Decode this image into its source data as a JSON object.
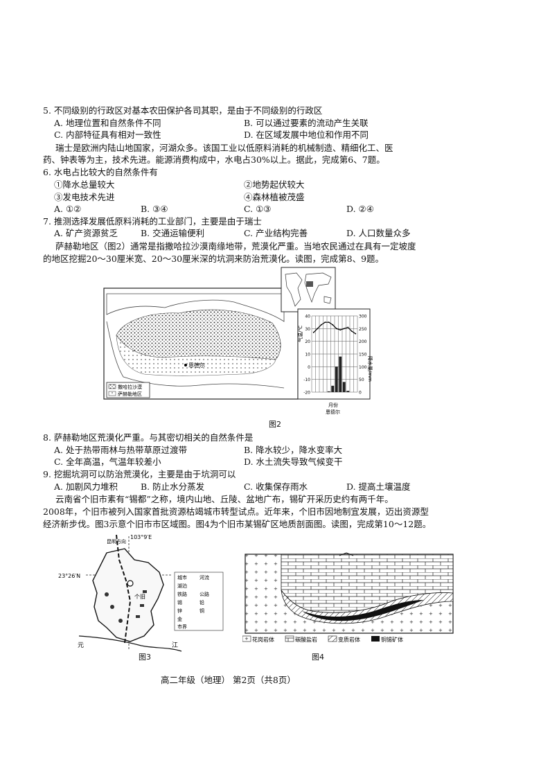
{
  "q5": {
    "stem": "5. 不同级别的行政区对基本农田保护各司其职，是由于不同级别的行政区",
    "a": "A. 地理位置和自然条件不同",
    "b": "B. 可以通过要素的流动产生关联",
    "c": "C. 内部特征具有相对一致性",
    "d": "D. 在区域发展中地位和作用不同"
  },
  "intro_swiss": {
    "line1": "瑞士是欧洲内陆山地国家，河湖众多。该国工业以低原料消耗的机械制造、精细化工、医",
    "line2": "药、钟表等为主，技术先进。能源消费构成中，水电占30%以上。据此，完成第6、7题。"
  },
  "q6": {
    "stem": "6. 水电占比较大的自然条件有",
    "o1": "①降水总量较大",
    "o2": "②地势起伏较大",
    "o3": "③发电技术先进",
    "o4": "④森林植被茂盛",
    "a": "A. ①②",
    "b": "B. ③④",
    "c": "C. ①③",
    "d": "D. ②④"
  },
  "q7": {
    "stem": "7. 推测选择发展低原料消耗的工业部门，主要是由于瑞士",
    "a": "A. 矿产资源贫乏",
    "b": "B. 交通运输便利",
    "c": "C. 产业结构完善",
    "d": "D. 人口数量众多"
  },
  "intro_sahel": {
    "line1": "萨赫勒地区（图2）通常是指撒哈拉沙漠南缘地带，荒漠化严重。当地农民通过在具有一定坡度",
    "line2": "的地区挖掘20～30厘米宽、20～30厘米深的坑洞来防治荒漠化。读图，完成第8、9题。"
  },
  "fig2": {
    "caption": "图2",
    "city": "恩德尔",
    "legend": [
      "撒哈拉沙漠",
      "萨赫勒地区"
    ],
    "climate": {
      "left_axis_label": "气温/℃",
      "right_axis_label": "降水量/mm",
      "left_ticks": [
        "40",
        "30",
        "20",
        "10",
        "0",
        "-10",
        "-20"
      ],
      "right_ticks": [
        "300",
        "250",
        "200",
        "150",
        "100",
        "50",
        "0"
      ],
      "x_label": "月份",
      "station": "恩德尔"
    }
  },
  "chart_data": {
    "type": "bar",
    "title": "",
    "categories": [
      "1",
      "2",
      "3",
      "4",
      "5",
      "6",
      "7",
      "8",
      "9",
      "10",
      "11",
      "12"
    ],
    "series": [
      {
        "values": [
          0,
          0,
          0,
          0,
          3,
          25,
          100,
          140,
          40,
          5,
          0,
          0
        ]
      },
      {
        "values": [
          27,
          30,
          33,
          35,
          35,
          33,
          30,
          29,
          30,
          31,
          28,
          26
        ]
      }
    ],
    "xlabel": "月份",
    "ylabel": "气温/℃",
    "ylabel_right": "降水量/mm",
    "ylim": [
      -20,
      40
    ],
    "ylim_right": [
      0,
      300
    ],
    "grid": true
  },
  "q8": {
    "stem": "8. 萨赫勒地区荒漠化严重。与其密切相关的自然条件是",
    "a": "A. 处于热带雨林与热带草原过渡带",
    "b": "B. 降水较少，降水变率大",
    "c": "C. 全年高温，气温年较差小",
    "d": "D. 水土流失导致气候变干"
  },
  "q9": {
    "stem": "9. 挖掘坑洞可以防治荒漠化，主要是由于坑洞可以",
    "a": "A. 加剧风力堆积",
    "b": "B. 防止水分蒸发",
    "c": "C. 收集保存雨水",
    "d": "D. 提高土壤温度"
  },
  "intro_gejiu": {
    "line1": "云南省个旧市素有“锡都”之称，境内山地、丘陵、盆地广布，锡矿开采历史约有两千年。",
    "line2": "2008年，个旧市被列入国家首批资源枯竭城市转型试点。近年来，个旧市因地制宜发展，迈出资源型",
    "line3": "经济新步伐。图3示意个旧市市区域图。图4为个旧市某锡矿区地质剖面图。读图，完成第10～12题。"
  },
  "fig3": {
    "caption": "图3",
    "lon": "103°9′E",
    "lat": "23°26′N",
    "city": "个旧",
    "river_left": "元",
    "river_right": "江",
    "side": "昆明方向",
    "legend": [
      "城市",
      "河流",
      "湖泊",
      "铁路",
      "公路",
      "锡",
      "铅",
      "锌",
      "铜",
      "金",
      "市界"
    ]
  },
  "fig4": {
    "caption": "图4",
    "legend": [
      "花岗岩体",
      "碳酸盐岩",
      "变质岩体",
      "铜锡矿体"
    ]
  },
  "footer": "高二年级（地理） 第2页（共8页）"
}
